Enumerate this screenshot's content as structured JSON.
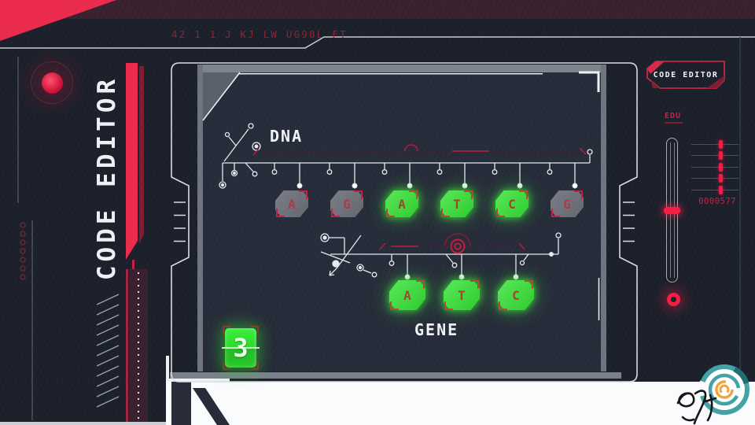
{
  "header": {
    "serial_text": "42 1 1 J KJ LW UG90L FT"
  },
  "sidebar": {
    "title": "CODE EDITOR"
  },
  "board": {
    "dna": {
      "label": "DNA",
      "tiles": [
        {
          "letter": "A",
          "state": "dim"
        },
        {
          "letter": "G",
          "state": "dim"
        },
        {
          "letter": "A",
          "state": "lit"
        },
        {
          "letter": "T",
          "state": "lit"
        },
        {
          "letter": "C",
          "state": "lit"
        },
        {
          "letter": "G",
          "state": "dim"
        }
      ]
    },
    "gene": {
      "label": "GENE",
      "tiles": [
        {
          "letter": "A",
          "state": "lit"
        },
        {
          "letter": "T",
          "state": "lit"
        },
        {
          "letter": "C",
          "state": "lit"
        }
      ]
    },
    "counter_value": "3"
  },
  "right_panel": {
    "badge_label": "CODE EDITOR",
    "edu_label": "EDU",
    "readout": "0000577"
  },
  "colors": {
    "accent_red": "#e8294c",
    "dark_red": "#7e1d32",
    "lit_green": "#38d93c",
    "dim_gray": "#71747d",
    "teal": "#43a2a5",
    "orange": "#f2a43e"
  }
}
